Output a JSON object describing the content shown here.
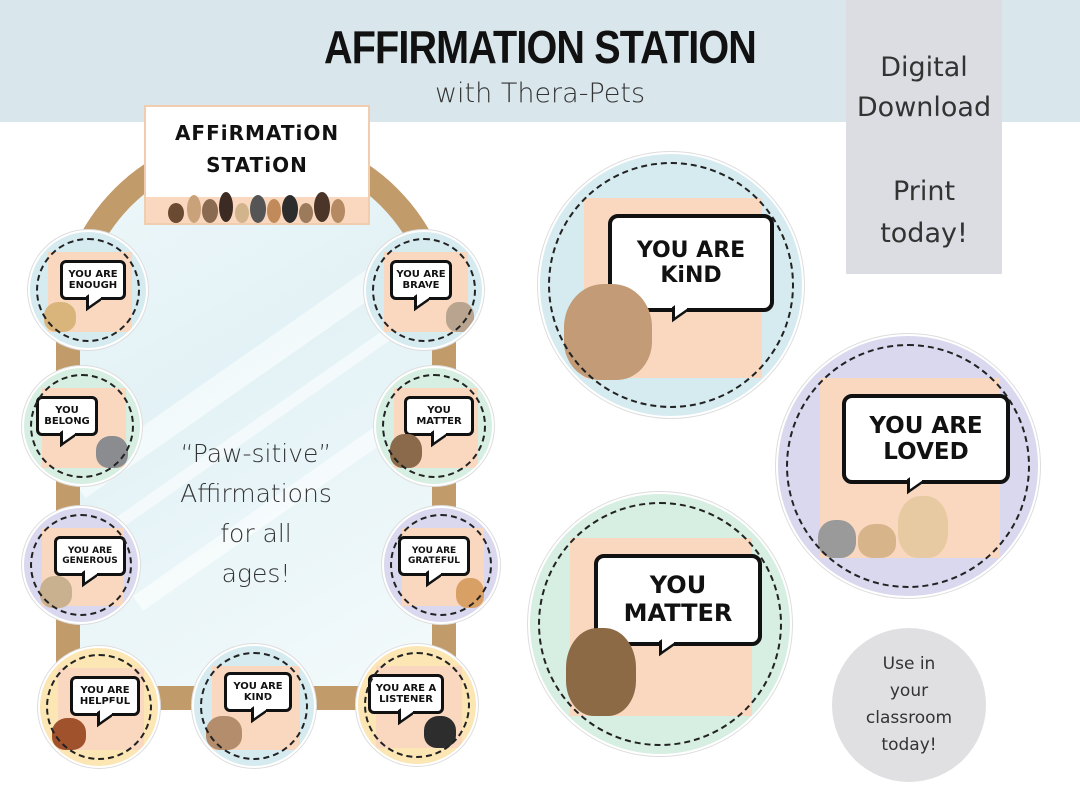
{
  "header": {
    "title": "AFFIRMATION STATION",
    "subtitle": "with Thera-Pets"
  },
  "side_panel": {
    "lines": [
      "Digital",
      "Download",
      "Print",
      "today!"
    ]
  },
  "sign": {
    "lines": [
      "AFFiRMATiON",
      "STATiON"
    ]
  },
  "mirror_text": {
    "lines": [
      "“Paw-sitive”",
      "Affirmations",
      "for all",
      "ages!"
    ]
  },
  "small_badges": [
    {
      "text_lines": [
        "YOU ARE",
        "ENOUGH"
      ],
      "pet": "puppy-golden",
      "color": "#d6ebf0"
    },
    {
      "text_lines": [
        "YOU ARE",
        "BRAVE"
      ],
      "pet": "kitten-tabby",
      "color": "#d6ebf0"
    },
    {
      "text_lines": [
        "YOU",
        "BELONG"
      ],
      "pet": "kitten-grey",
      "color": "#d7eee2"
    },
    {
      "text_lines": [
        "YOU",
        "MATTER"
      ],
      "pet": "dog-yorkie",
      "color": "#d7eee2"
    },
    {
      "text_lines": [
        "YOU ARE",
        "GENEROUS"
      ],
      "pet": "dog-pug",
      "color": "#d9d8ef"
    },
    {
      "text_lines": [
        "YOU ARE",
        "GRATEFUL"
      ],
      "pet": "kitten-orange",
      "color": "#d9d8ef"
    },
    {
      "text_lines": [
        "YOU ARE",
        "HELPFUL"
      ],
      "pet": "dog-spaniel",
      "color": "#fbe6b4"
    },
    {
      "text_lines": [
        "YOU ARE",
        "KIND"
      ],
      "pet": "dog-frenchie",
      "color": "#d6ebf0"
    },
    {
      "text_lines": [
        "YOU ARE A",
        "LISTENER"
      ],
      "pet": "kitten-tuxedo",
      "color": "#fbe6b4"
    }
  ],
  "large_badges": [
    {
      "text_lines": [
        "YOU ARE",
        "KiND"
      ],
      "pet": "dog-frenchie",
      "color": "#d6ebf0"
    },
    {
      "text_lines": [
        "YOU ARE",
        "LOVED"
      ],
      "pet": "kittens-trio",
      "color": "#d9d8ef"
    },
    {
      "text_lines": [
        "YOU",
        "MATTER"
      ],
      "pet": "dog-yorkie",
      "color": "#d7eee2"
    }
  ],
  "use_badge": {
    "lines": [
      "Use in",
      "your",
      "classroom",
      "today!"
    ]
  },
  "colors": {
    "header_band": "#d9e6ec",
    "side_panel": "#dcdde2",
    "mirror_frame": "#c29b6a",
    "card_peach": "#f9d8bf"
  }
}
